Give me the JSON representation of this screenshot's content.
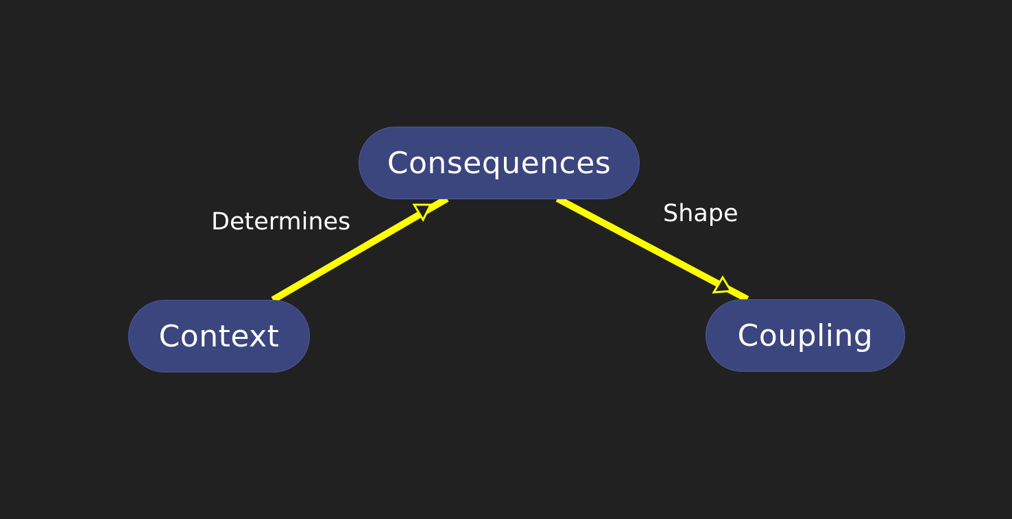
{
  "nodes": {
    "consequences": "Consequences",
    "context": "Context",
    "coupling": "Coupling"
  },
  "edges": {
    "determines": {
      "label": "Determines",
      "from": "Context",
      "to": "Consequences"
    },
    "shape": {
      "label": "Shape",
      "from": "Consequences",
      "to": "Coupling"
    }
  },
  "colors": {
    "background": "#212121",
    "node_fill": "#3b467f",
    "edge": "#ffff00",
    "text": "#ffffff"
  }
}
